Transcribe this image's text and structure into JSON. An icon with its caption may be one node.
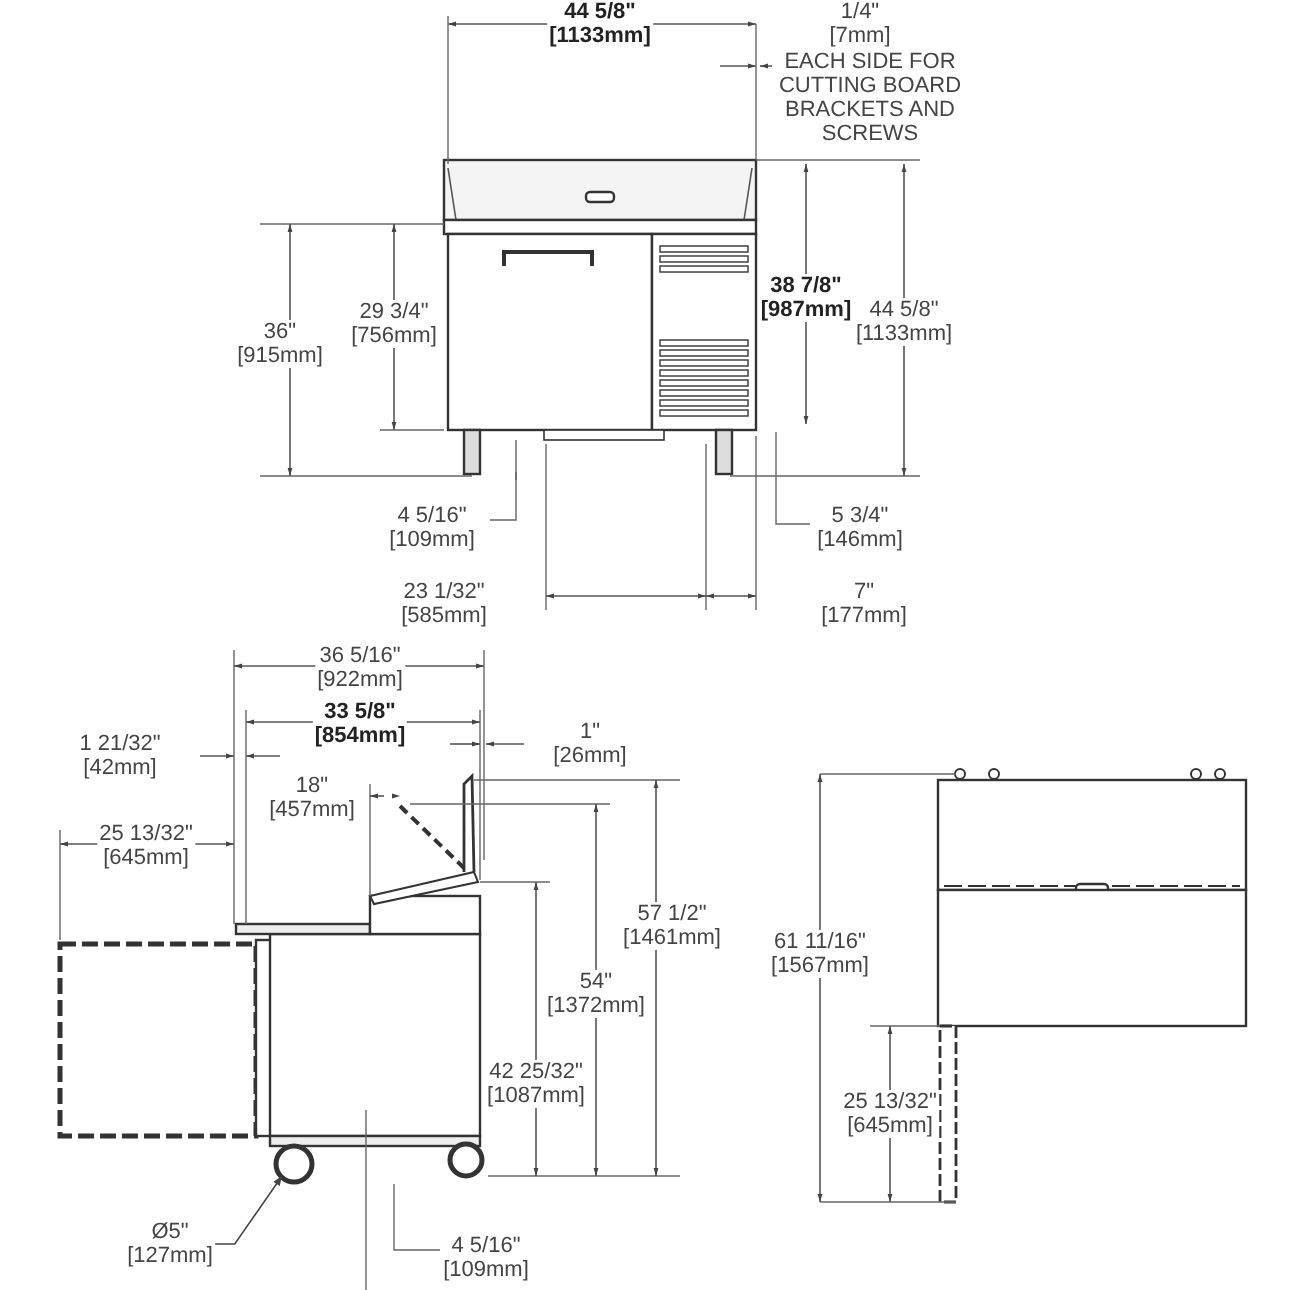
{
  "diagram": {
    "nodes": [
      {
        "text": [
          "Ø5\" [127mm]"
        ]
      },
      {
        "text": [],
        "shape": "circle"
      }
    ],
    "edges": [
      {
        "from": 0,
        "to": 1,
        "arrow": "to"
      }
    ],
    "labels": [
      "44 5/8\" [1133mm]",
      "1/4\" [7mm]",
      "EACH SIDE FOR CUTTING BOARD BRACKETS AND SCREWS",
      "36\" [915mm]",
      "29 3/4\" [756mm]",
      "38 7/8\" [987mm]",
      "44 5/8\" [1133mm]",
      "4 5/16\" [109mm]",
      "5 3/4\" [146mm]",
      "23 1/32\" [585mm]",
      "7\" [177mm]",
      "36 5/16\" [922mm]",
      "33 5/8\" [854mm]",
      "1 21/32\" [42mm]",
      "1\" [26mm]",
      "18\" [457mm]",
      "25 13/32\" [645mm]",
      "57 1/2\" [1461mm]",
      "54\" [1372mm]",
      "42 25/32\" [1087mm]",
      "61 11/16\" [1567mm]",
      "25 13/32\" [645mm]",
      "4 5/16\" [109mm]"
    ]
  }
}
